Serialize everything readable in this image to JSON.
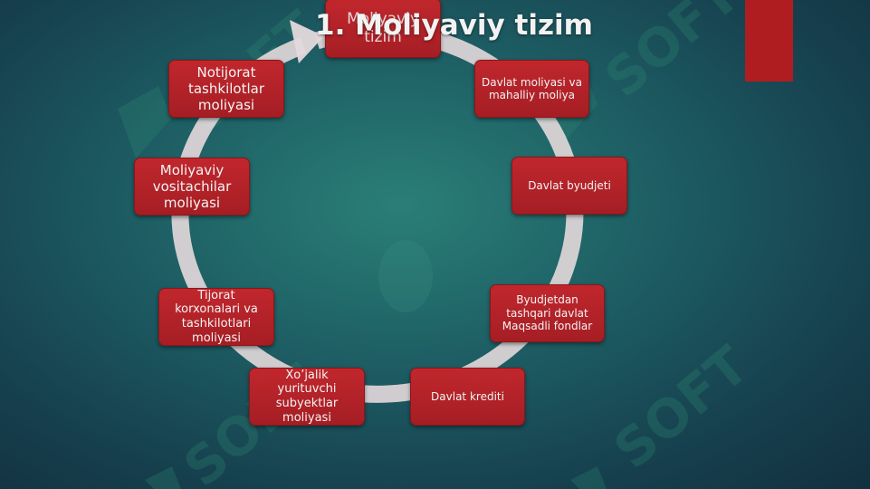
{
  "slide": {
    "title": "1. Moliyaviy tizim",
    "colors": {
      "node_fill": "#b5232a",
      "accent_bar": "#b01d21",
      "cycle_ring": "#e4d9dc",
      "background": "#1d5d63",
      "title_text": "#f2f2f2"
    }
  },
  "diagram": {
    "type": "cycle",
    "nodes": [
      "Moliyaviy tizim",
      "Davlat moliyasi va mahalliy moliya",
      "Davlat byudjeti",
      "Byudjetdan tashqari davlat Maqsadli fondlar",
      "Davlat krediti",
      "Xo’jalik yurituvchi subyektlar moliyasi",
      "Tijorat korxonalari va tashkilotlari moliyasi",
      "Moliyaviy vositachilar moliyasi",
      "Notijorat tashkilotlar moliyasi"
    ]
  }
}
